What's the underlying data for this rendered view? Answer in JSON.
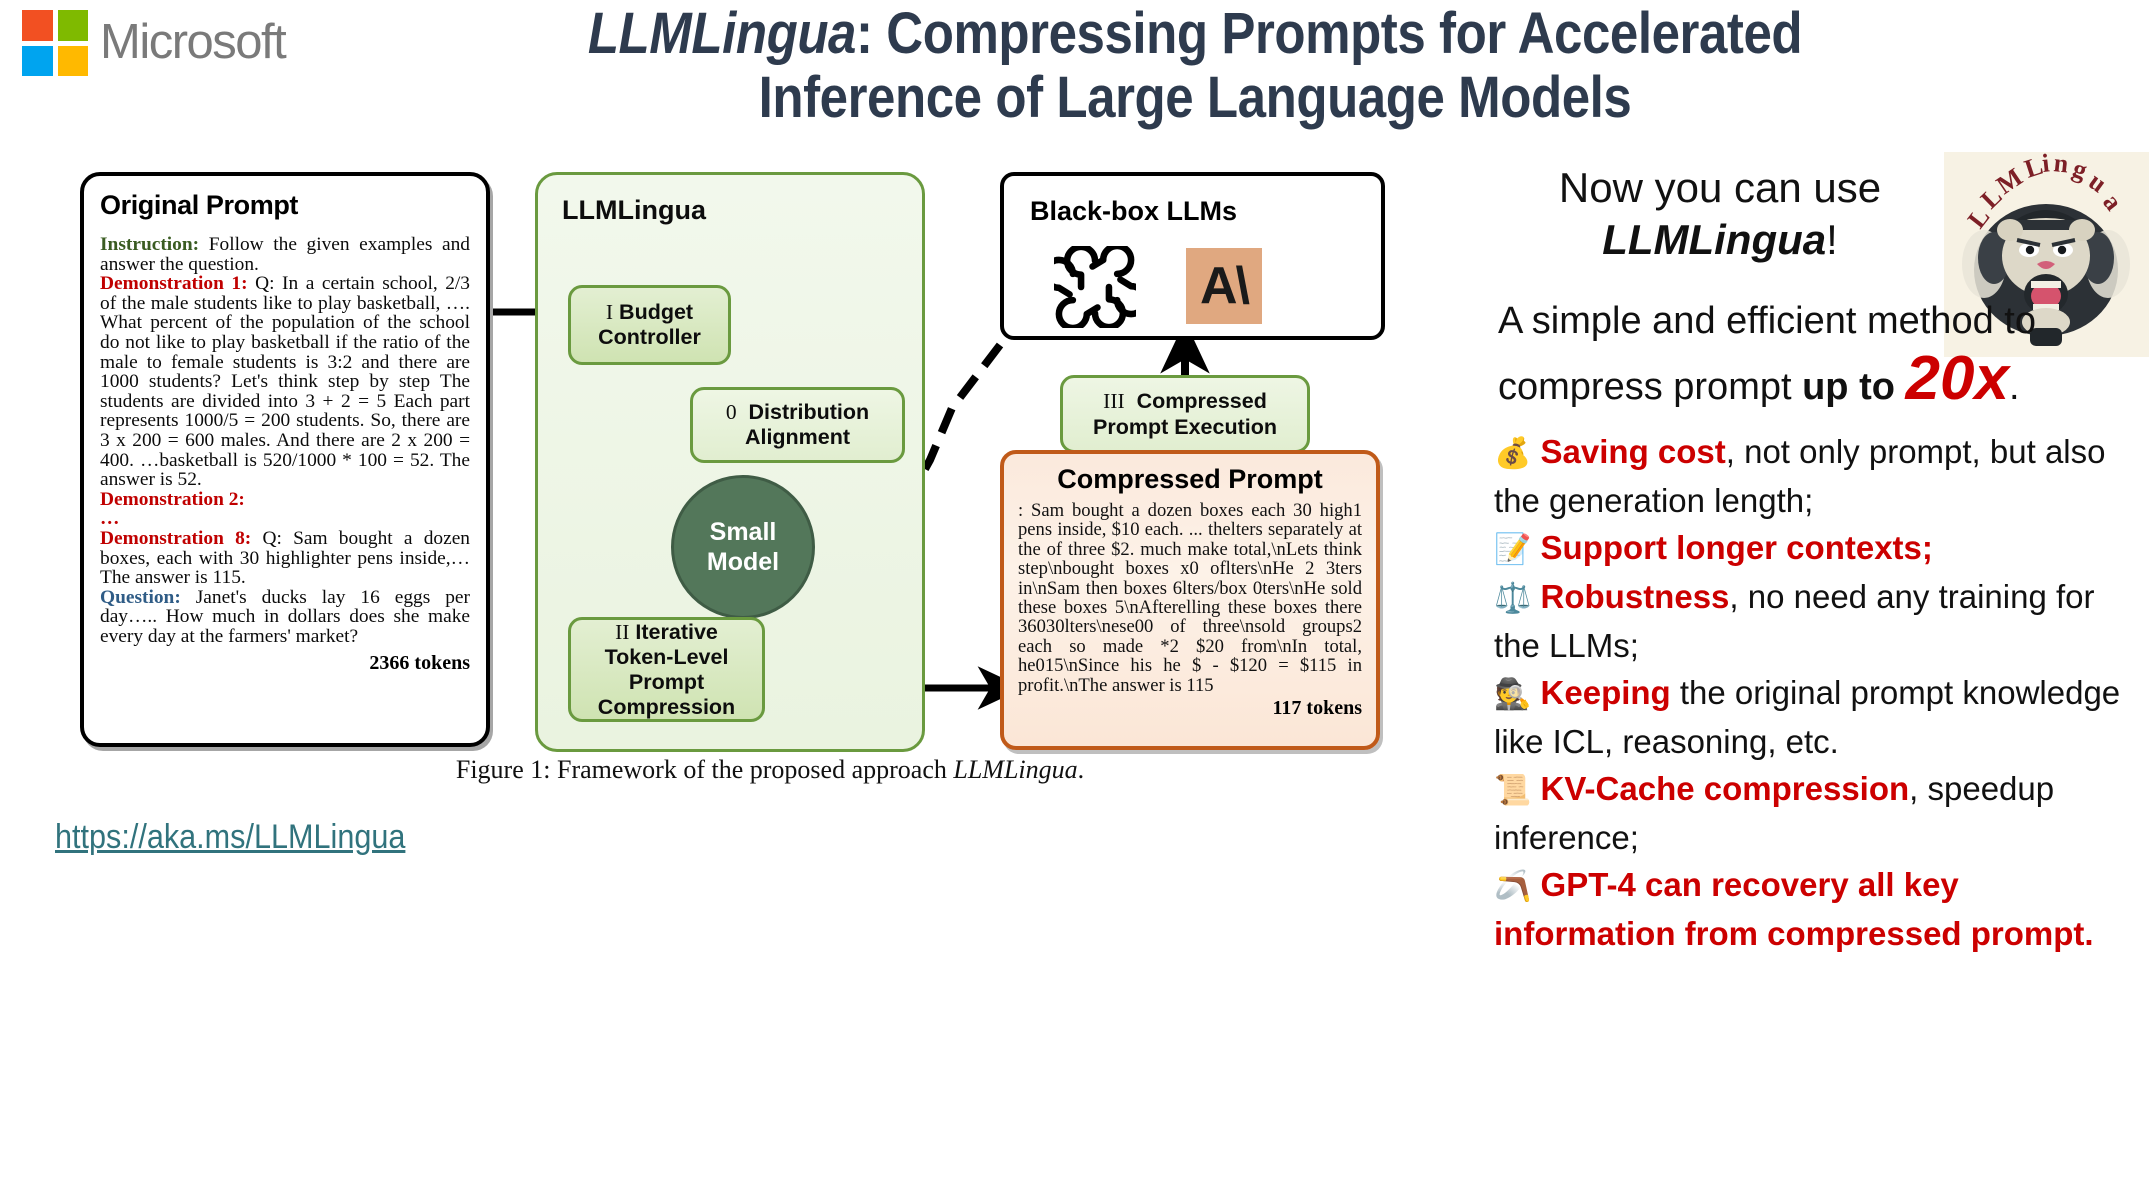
{
  "header": {
    "brand": "Microsoft",
    "logo_colors": [
      "#F25022",
      "#7FBA00",
      "#00A4EF",
      "#FFB900"
    ],
    "title_em": "LLMLingua",
    "title_line1_rest": ": Compressing Prompts for Accelerated",
    "title_line2": "Inference of Large Language Models"
  },
  "figure": {
    "original": {
      "title": "Original Prompt",
      "tag_instruction": "Instruction:",
      "instruction_text": " Follow the given examples and answer the question.",
      "tag_demo1": "Demonstration 1:",
      "demo1_text": " Q: In a certain school, 2/3 of the male students like to play basketball, …. What percent of the population of the school do not like to play basketball if the ratio of the male to female students is 3:2 and there are 1000 students? Let's think step by step The students are divided into 3 + 2 = 5 Each part represents 1000/5 = 200 students. So, there are 3 x 200 = 600 males. And there are 2 x 200 = 400. …basketball is 520/1000 * 100 = 52. The answer is 52.",
      "tag_demo2": "Demonstration 2:",
      "demo2_ellipsis": "…",
      "tag_demo8": "Demonstration 8:",
      "demo8_text": " Q: Sam bought a dozen boxes, each with 30 highlighter pens inside,… The answer is 115.",
      "tag_question": "Question:",
      "question_text": " Janet's ducks lay 16 eggs per day….. How much in dollars does she make every day at the farmers' market?",
      "tokens": "2366 tokens"
    },
    "llmlingua": {
      "title": "LLMLingua",
      "box_budget_numeral": "I",
      "box_budget_label": "Budget Controller",
      "box_dist_numeral": "0",
      "box_dist_label": "Distribution Alignment",
      "box_iter_numeral": "II",
      "box_iter_label": "Iterative Token-Level Prompt Compression",
      "small_model_line1": "Small",
      "small_model_line2": "Model"
    },
    "blackbox": {
      "title": "Black-box LLMs",
      "icon_openai": "openai-logo-icon",
      "icon_anthropic": "anthropic-logo-icon",
      "anthropic_glyph": "A\\"
    },
    "execution": {
      "numeral": "III",
      "label": "Compressed Prompt Execution"
    },
    "compressed": {
      "title": "Compressed Prompt",
      "body": ": Sam bought a dozen boxes each 30 high1 pens inside, $10 each. ... thelters separately at the of three $2. much make total,\\nLets think step\\nbought boxes x0 oflters\\nHe 2 3ters in\\nSam then boxes 6lters/box 0ters\\nHe sold these boxes 5\\nAfterelling these boxes there 36030lters\\nese00 of three\\nsold groups2 each so made *2 $20 from\\nIn total, he015\\nSince his he $ - $120 = $115 in profit.\\nThe answer is 115",
      "tokens": "117 tokens"
    },
    "caption_prefix": "Figure 1: Framework of the proposed approach ",
    "caption_em": "LLMLingua",
    "caption_suffix": ".",
    "link": "https://aka.ms/LLMLingua"
  },
  "right": {
    "now_line1": "Now you can use",
    "now_em": "LLMLingua",
    "now_bang": "!",
    "logo_alt": "llmlingua-lion-logo",
    "method_pre": "A simple and efficient method to compress prompt ",
    "method_bold": "up to ",
    "method_x": "20x",
    "method_post": ".",
    "bullets": [
      {
        "emoji": "💰",
        "emoji_name": "money-bag-icon",
        "red": "Saving cost",
        "rest": ", not only prompt, but also the generation length;",
        "all_red": false
      },
      {
        "emoji": "📝",
        "emoji_name": "memo-icon",
        "red": "Support longer contexts;",
        "rest": "",
        "all_red": true
      },
      {
        "emoji": "⚖️",
        "emoji_name": "balance-scale-icon",
        "red": "Robustness",
        "rest": ", no need any training for the LLMs;",
        "all_red": false
      },
      {
        "emoji": "🕵️",
        "emoji_name": "detective-icon",
        "red": "Keeping",
        "rest": " the original prompt knowledge like ICL, reasoning, etc.",
        "all_red": false
      },
      {
        "emoji": "📜",
        "emoji_name": "scroll-icon",
        "red": "KV-Cache compression",
        "rest": ", speedup inference;",
        "all_red": false
      },
      {
        "emoji": "🪃",
        "emoji_name": "boomerang-icon",
        "red": "GPT-4 can recovery all key information from compressed prompt.",
        "rest": "",
        "all_red": true
      }
    ],
    "accent_red": "#cc0000",
    "link_color": "#31737d"
  }
}
